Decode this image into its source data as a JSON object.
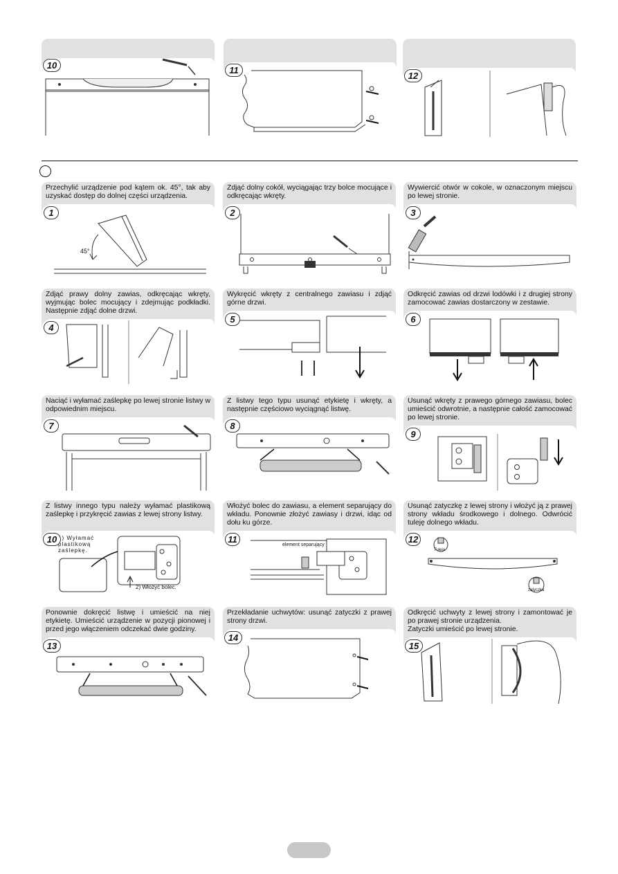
{
  "top_steps": [
    {
      "number": "10"
    },
    {
      "number": "11"
    },
    {
      "number": "12"
    }
  ],
  "section": {
    "marker": ""
  },
  "steps": [
    {
      "number": "1",
      "text": "Przechylić urządzenie pod kątem ok. 45°, tak aby uzyskać dostęp do dolnej części urządzenia.",
      "figure_label": "45°"
    },
    {
      "number": "2",
      "text": "Zdjąć dolny cokół, wyciągając trzy bolce mocujące i odkręcając wkręty."
    },
    {
      "number": "3",
      "text": "Wywiercić otwór w cokole, w oznaczonym miejscu po lewej stronie."
    },
    {
      "number": "4",
      "text": "Zdjąć prawy dolny zawias, odkręcając wkręty, wyjmując bolec mocujący i zdejmując podkładki. Następnie zdjąć dolne drzwi."
    },
    {
      "number": "5",
      "text": "Wykręcić wkręty z centralnego zawiasu i zdjąć górne drzwi."
    },
    {
      "number": "6",
      "text": "Odkręcić zawias od drzwi lodówki i z drugiej strony zamocować zawias dostarczony w zestawie."
    },
    {
      "number": "7",
      "text": "Naciąć i wyłamać zaślepkę po lewej stronie listwy w odpowiednim miejscu."
    },
    {
      "number": "8",
      "text": "Z listwy tego typu usunąć etykietę i wkręty, a następnie częściowo wyciągnąć listwę."
    },
    {
      "number": "9",
      "text": "Usunąć wkręty z prawego górnego zawiasu, bolec umieścić odwrotnie, a następnie całość zamocować po lewej stronie."
    },
    {
      "number": "10",
      "text": "Z listwy innego typu należy wyłamać plastikową zaślepkę i przykręcić zawias z lewej strony listwy.",
      "figure_label_1": "1) Wyłamać plastikową zaślepkę.",
      "figure_label_2": "2) Włożyć bolec."
    },
    {
      "number": "11",
      "text": "Włożyć bolec do zawiasu, a element separujący do wkładu. Ponownie złożyć zawiasy i drzwi, idąc od dołu ku górze.",
      "figure_label": "element separujący"
    },
    {
      "number": "12",
      "text": "Usunąć zatyczkę z lewej strony i włożyć ją z prawej strony wkładu środkowego i dolnego. Odwrócić tuleję dolnego wkładu.",
      "figure_label_1": "Tuleja",
      "figure_label_2": "zatyczka"
    },
    {
      "number": "13",
      "text": "Ponownie dokręcić listwę i umieścić na niej etykietę. Umieścić urządzenie w pozycji pionowej i przed jego włączeniem odczekać dwie godziny."
    },
    {
      "number": "14",
      "text": "Przekładanie uchwytów: usunąć zatyczki z prawej strony drzwi."
    },
    {
      "number": "15",
      "text": "Odkręcić uchwyty z lewej strony i zamontować je po prawej stronie urządzenia.\nZatyczki umieścić po lewej stronie."
    }
  ]
}
